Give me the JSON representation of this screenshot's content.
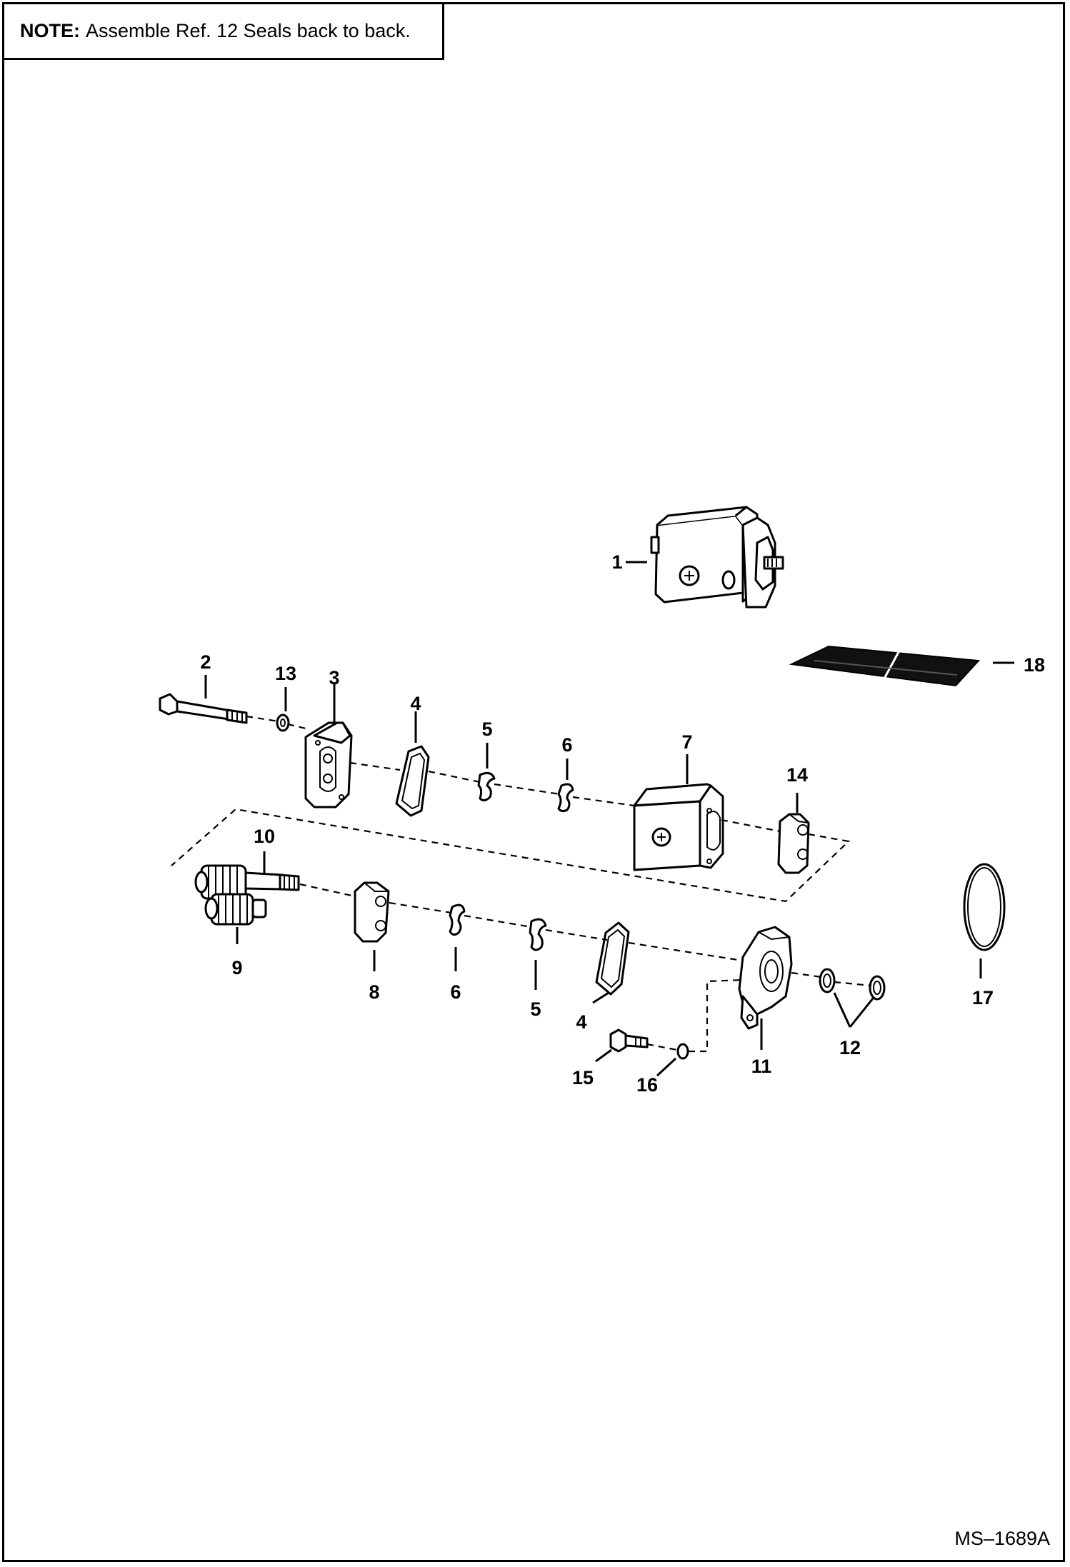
{
  "note": {
    "label": "NOTE:",
    "text": "Assemble Ref. 12 Seals back to back."
  },
  "document_id": "MS–1689A",
  "callouts": [
    "1",
    "2",
    "13",
    "3",
    "4",
    "5",
    "6",
    "7",
    "14",
    "18",
    "10",
    "9",
    "8",
    "6",
    "5",
    "4",
    "11",
    "12",
    "15",
    "16",
    "17"
  ]
}
